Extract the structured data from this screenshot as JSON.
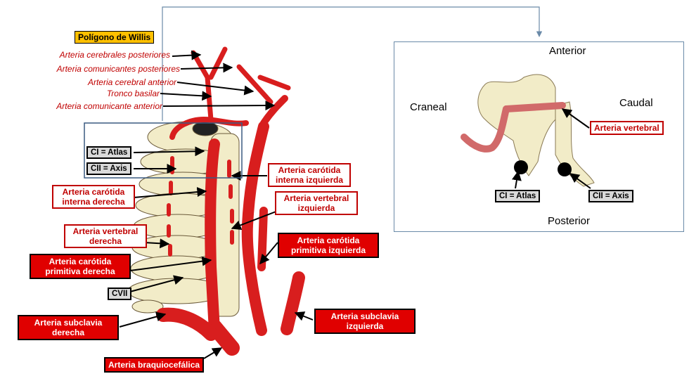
{
  "legend_title": "Polígono de Willis",
  "willis_labels": [
    "Arteria cerebrales  posteriores",
    "Arteria comunicantes  posteriores",
    "Arteria cerebral  anterior",
    "Tronco basilar",
    "Arteria comunicante anterior"
  ],
  "vertebra_labels": {
    "ci_main": "CI  = Atlas",
    "cii_main": "CII  = Axis",
    "cvii": "CVII",
    "ci_inset": "CI  = Atlas",
    "cii_inset": "CII  = Axis"
  },
  "artery_labels": {
    "carotida_int_izq": "Arteria  carótida interna izquierda",
    "carotida_int_der": "Arteria  carótida interna derecha",
    "vertebral_izq": "Arteria  vertebral izquierda",
    "vertebral_der": "Arteria  vertebral derecha",
    "carotida_prim_izq": "Arteria  carótida primitiva izquierda",
    "carotida_prim_der": "Arteria  carótida primitiva  derecha",
    "subclavia_der": "Arteria  subclavia derecha",
    "subclavia_izq": "Arteria  subclavia izquierda",
    "braquiocefalica": "Arteria  braquiocefálica",
    "vertebral_inset": "Arteria  vertebral"
  },
  "inset_directions": {
    "anterior": "Anterior",
    "posterior": "Posterior",
    "craneal": "Craneal",
    "caudal": "Caudal"
  },
  "colors": {
    "artery_red": "#d81e1e",
    "label_red": "#c00000",
    "bone": "#f2ecc8",
    "legend_yellow": "#ffc000",
    "frame_blue": "#6a8aa8"
  }
}
